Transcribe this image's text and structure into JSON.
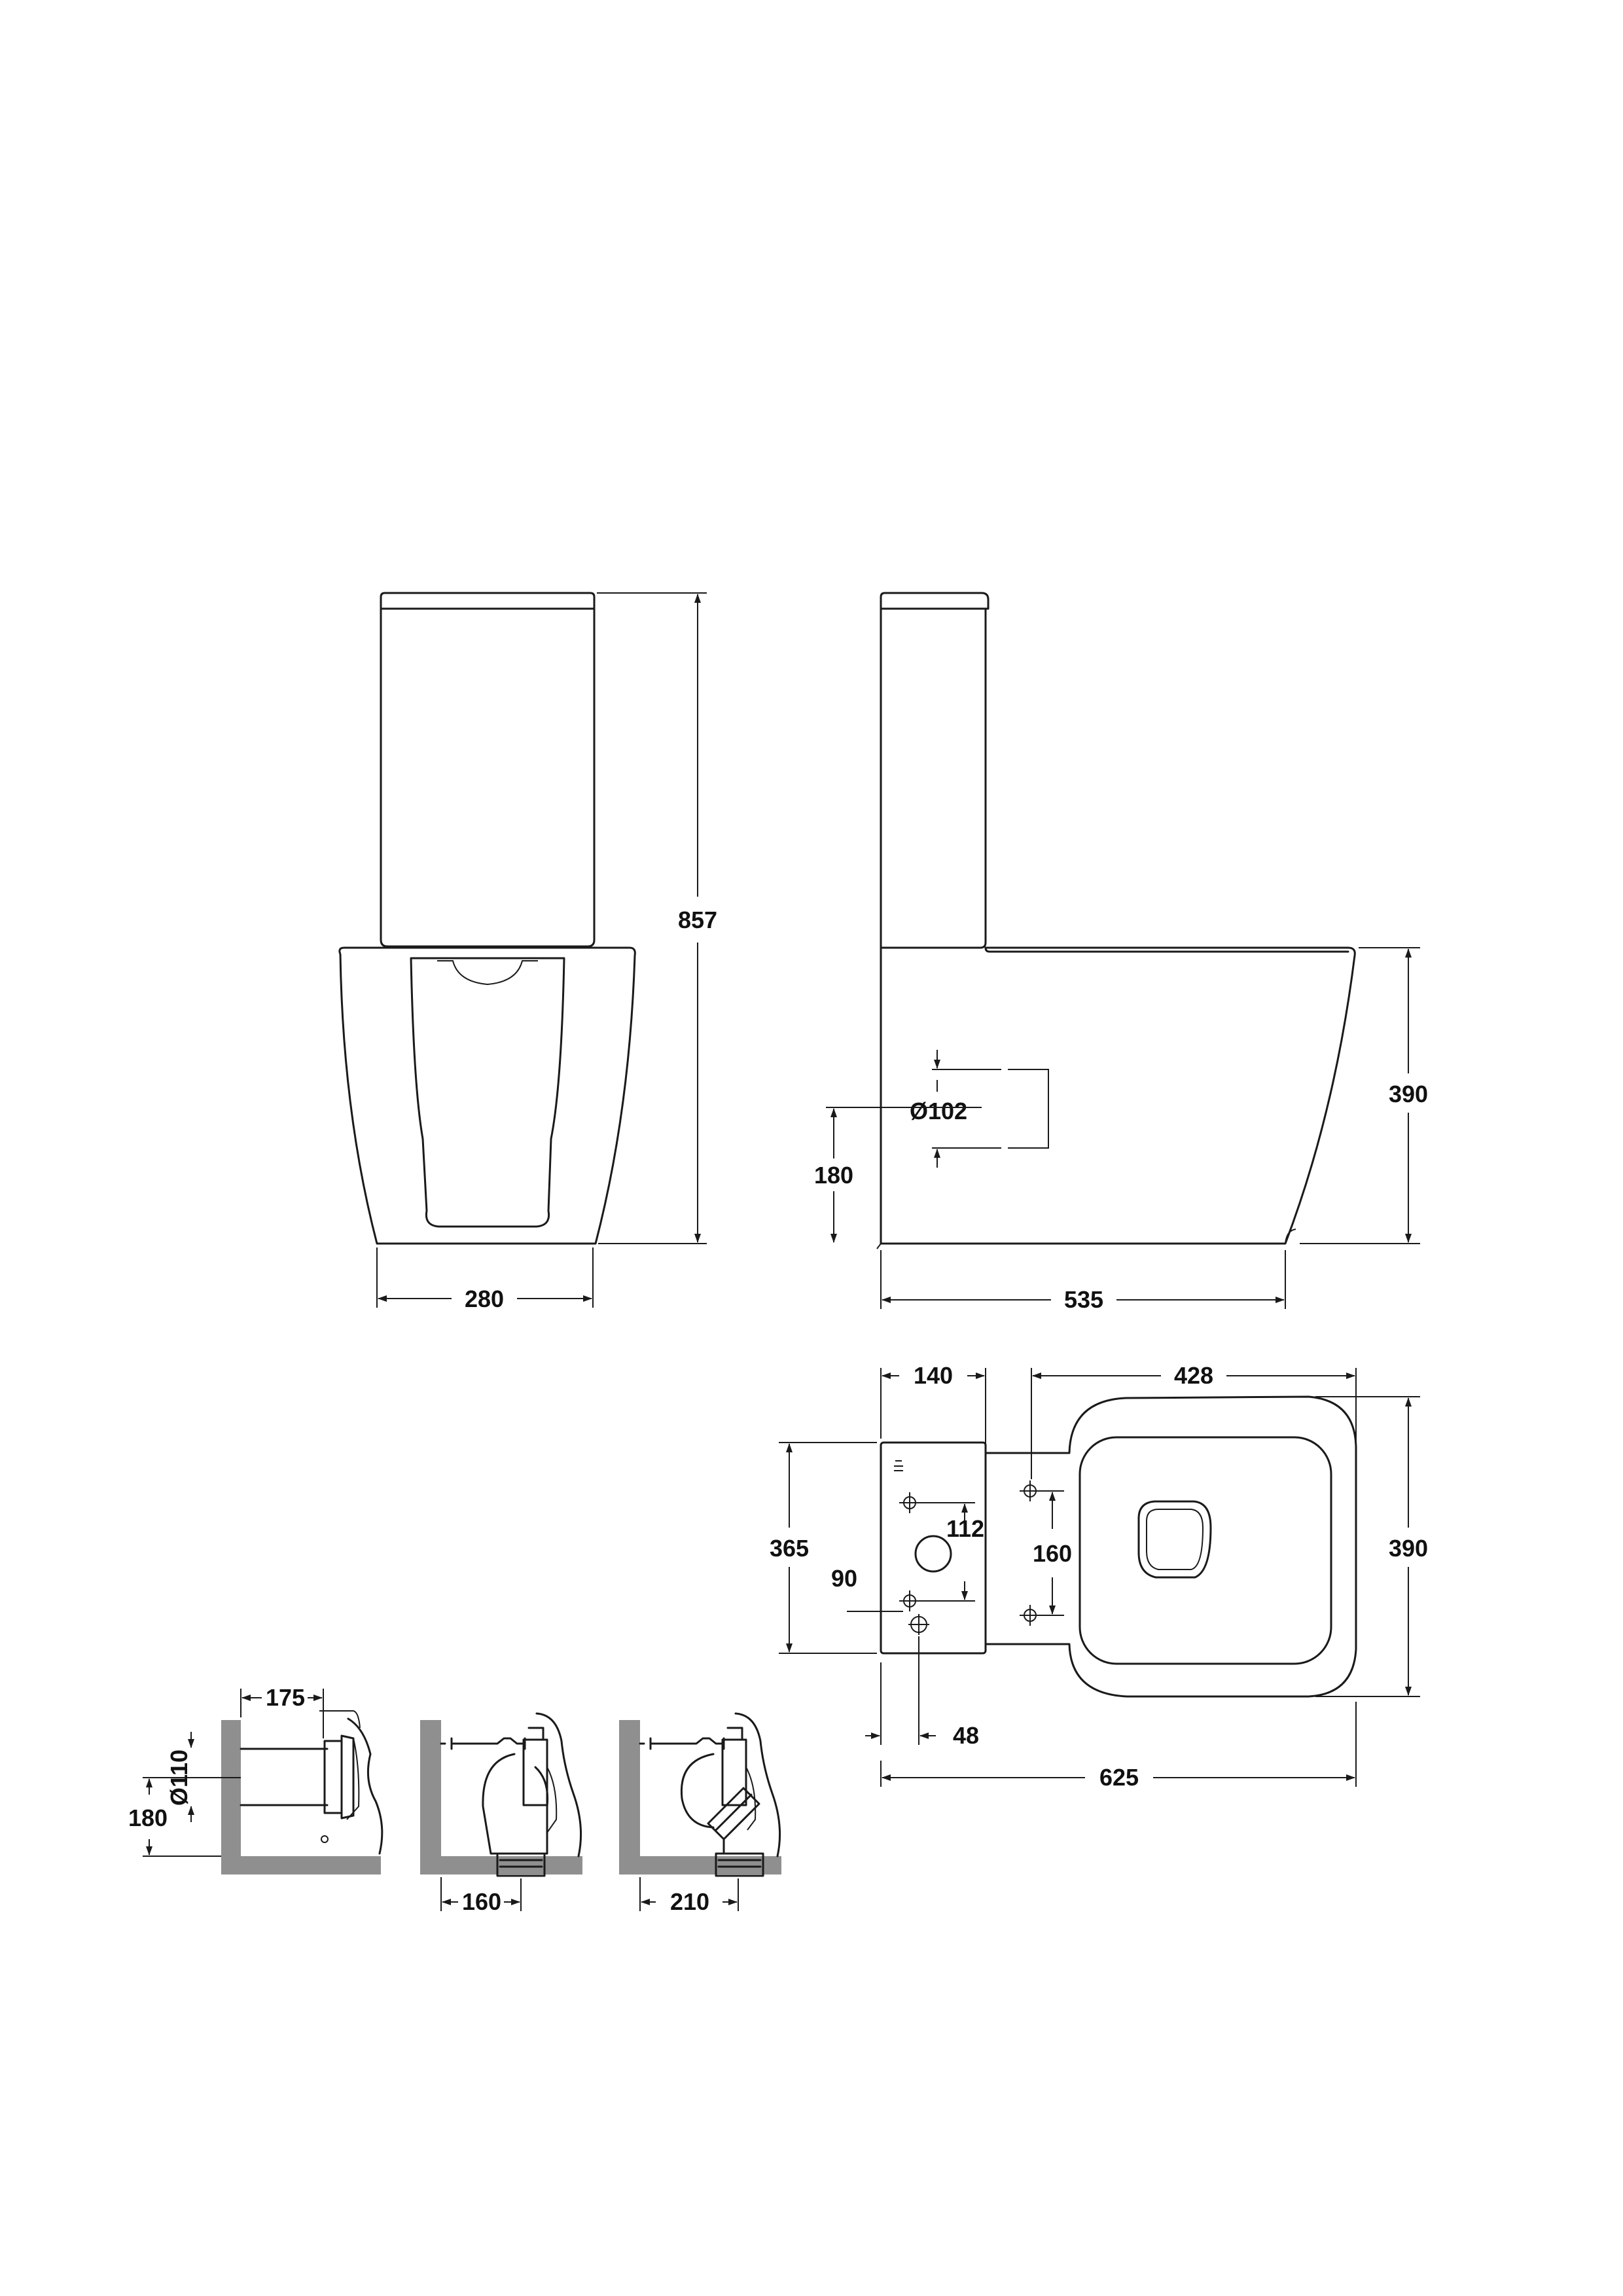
{
  "front_view": {
    "height_label": "857",
    "width_label": "280"
  },
  "side_view": {
    "outlet_diameter_label": "Ø102",
    "outlet_height_label": "180",
    "bowl_height_label": "390",
    "depth_label": "535"
  },
  "top_view": {
    "tank_depth_label": "140",
    "bowl_length_label": "428",
    "bowl_width_label": "390",
    "tank_width_label": "365",
    "hole_spacing_label": "112",
    "seat_fixing_label": "160",
    "inlet_offset_label": "90",
    "outlet_offset_label": "48",
    "overall_length_label": "625"
  },
  "connections": {
    "horizontal": {
      "wall_distance_label": "175",
      "pipe_diameter_label": "Ø110",
      "pipe_height_label": "180"
    },
    "vertical_a": {
      "floor_offset_label": "160"
    },
    "vertical_b": {
      "floor_offset_label": "210"
    }
  }
}
